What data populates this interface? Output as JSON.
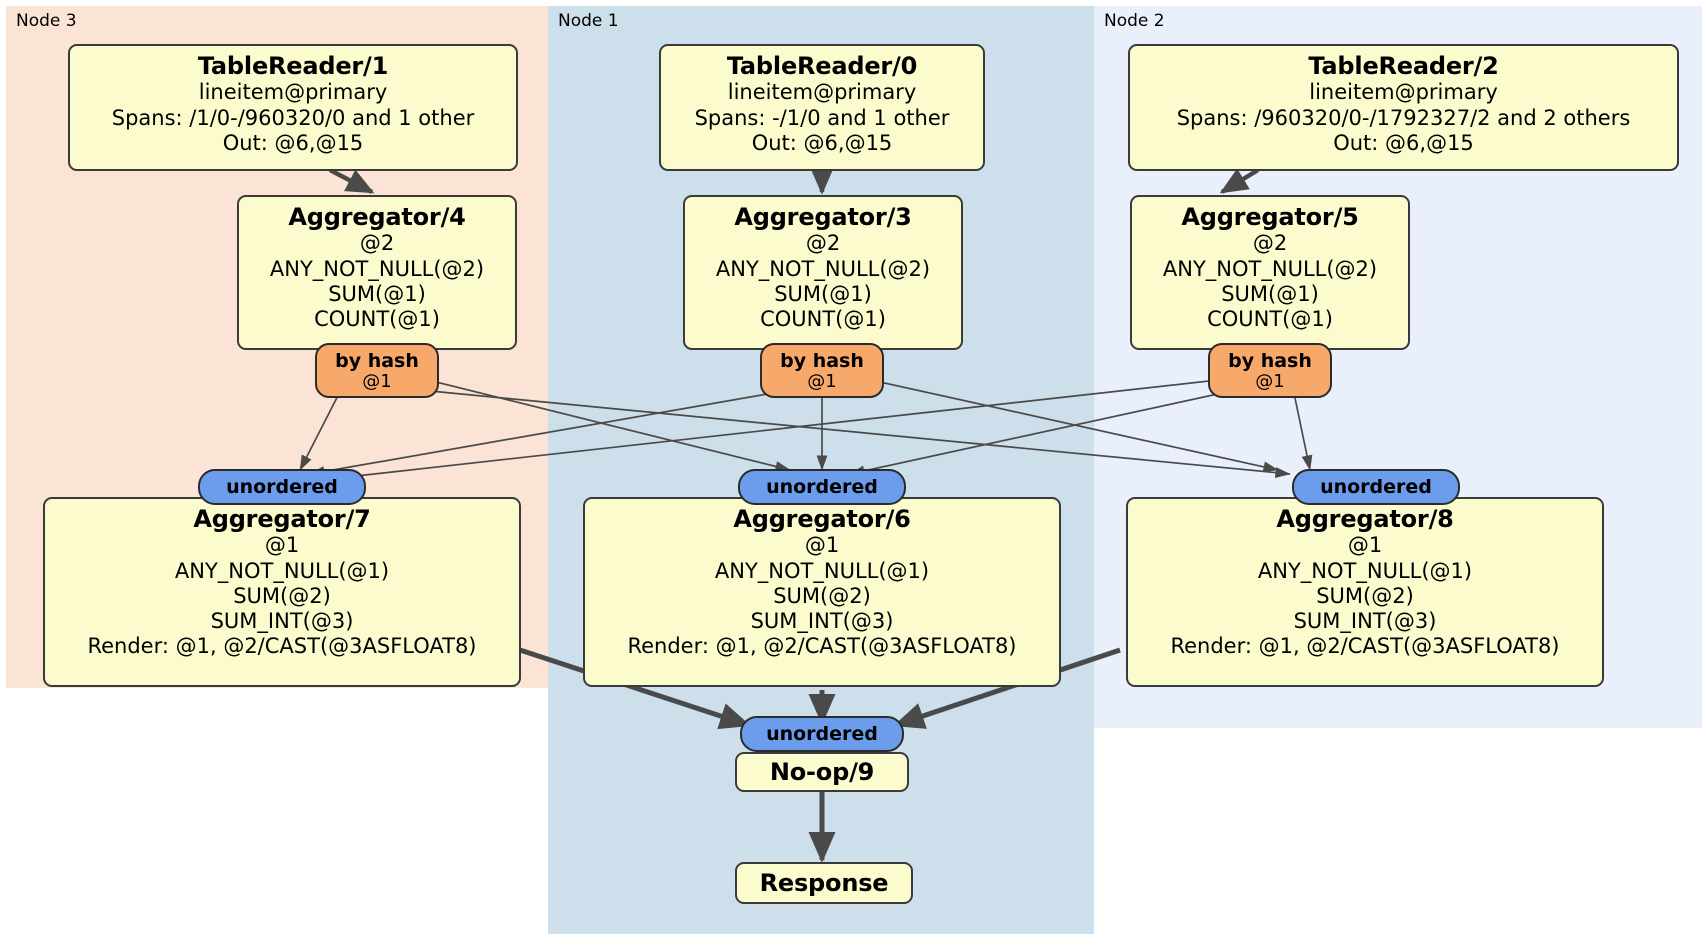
{
  "diagram": {
    "type": "distributed-query-plan",
    "colors": {
      "node3_panel": "#fbe3d6",
      "node1_panel": "#ccdfea",
      "node2_panel": "#eaf0fb",
      "processor_box": "#fbfbcd",
      "box_border": "#3a3a3a",
      "hash_router": "#f6a96b",
      "unordered_router": "#6c9ded",
      "edge": "#4a4a4a"
    },
    "panels": [
      {
        "id": "node3",
        "label": "Node 3"
      },
      {
        "id": "node1",
        "label": "Node 1"
      },
      {
        "id": "node2",
        "label": "Node 2"
      }
    ],
    "processors": {
      "tablereader_1": {
        "title": "TableReader/1",
        "lines": [
          "lineitem@primary",
          "Spans: /1/0-/960320/0 and 1 other",
          "Out: @6,@15"
        ]
      },
      "tablereader_0": {
        "title": "TableReader/0",
        "lines": [
          "lineitem@primary",
          "Spans: -/1/0 and 1 other",
          "Out: @6,@15"
        ]
      },
      "tablereader_2": {
        "title": "TableReader/2",
        "lines": [
          "lineitem@primary",
          "Spans: /960320/0-/1792327/2 and 2 others",
          "Out: @6,@15"
        ]
      },
      "aggregator_4": {
        "title": "Aggregator/4",
        "lines": [
          "@2",
          "ANY_NOT_NULL(@2)",
          "SUM(@1)",
          "COUNT(@1)"
        ]
      },
      "aggregator_3": {
        "title": "Aggregator/3",
        "lines": [
          "@2",
          "ANY_NOT_NULL(@2)",
          "SUM(@1)",
          "COUNT(@1)"
        ]
      },
      "aggregator_5": {
        "title": "Aggregator/5",
        "lines": [
          "@2",
          "ANY_NOT_NULL(@2)",
          "SUM(@1)",
          "COUNT(@1)"
        ]
      },
      "aggregator_7": {
        "title": "Aggregator/7",
        "lines": [
          "@1",
          "ANY_NOT_NULL(@1)",
          "SUM(@2)",
          "SUM_INT(@3)",
          "Render: @1, @2/CAST(@3ASFLOAT8)"
        ]
      },
      "aggregator_6": {
        "title": "Aggregator/6",
        "lines": [
          "@1",
          "ANY_NOT_NULL(@1)",
          "SUM(@2)",
          "SUM_INT(@3)",
          "Render: @1, @2/CAST(@3ASFLOAT8)"
        ]
      },
      "aggregator_8": {
        "title": "Aggregator/8",
        "lines": [
          "@1",
          "ANY_NOT_NULL(@1)",
          "SUM(@2)",
          "SUM_INT(@3)",
          "Render: @1, @2/CAST(@3ASFLOAT8)"
        ]
      },
      "noop_9": {
        "title": "No-op/9",
        "lines": []
      },
      "response": {
        "title": "Response",
        "lines": []
      }
    },
    "routers": {
      "hash_left": {
        "title": "by hash",
        "sub": "@1"
      },
      "hash_center": {
        "title": "by hash",
        "sub": "@1"
      },
      "hash_right": {
        "title": "by hash",
        "sub": "@1"
      },
      "unordered_left": {
        "title": "unordered"
      },
      "unordered_center": {
        "title": "unordered"
      },
      "unordered_right": {
        "title": "unordered"
      },
      "unordered_final": {
        "title": "unordered"
      }
    }
  }
}
